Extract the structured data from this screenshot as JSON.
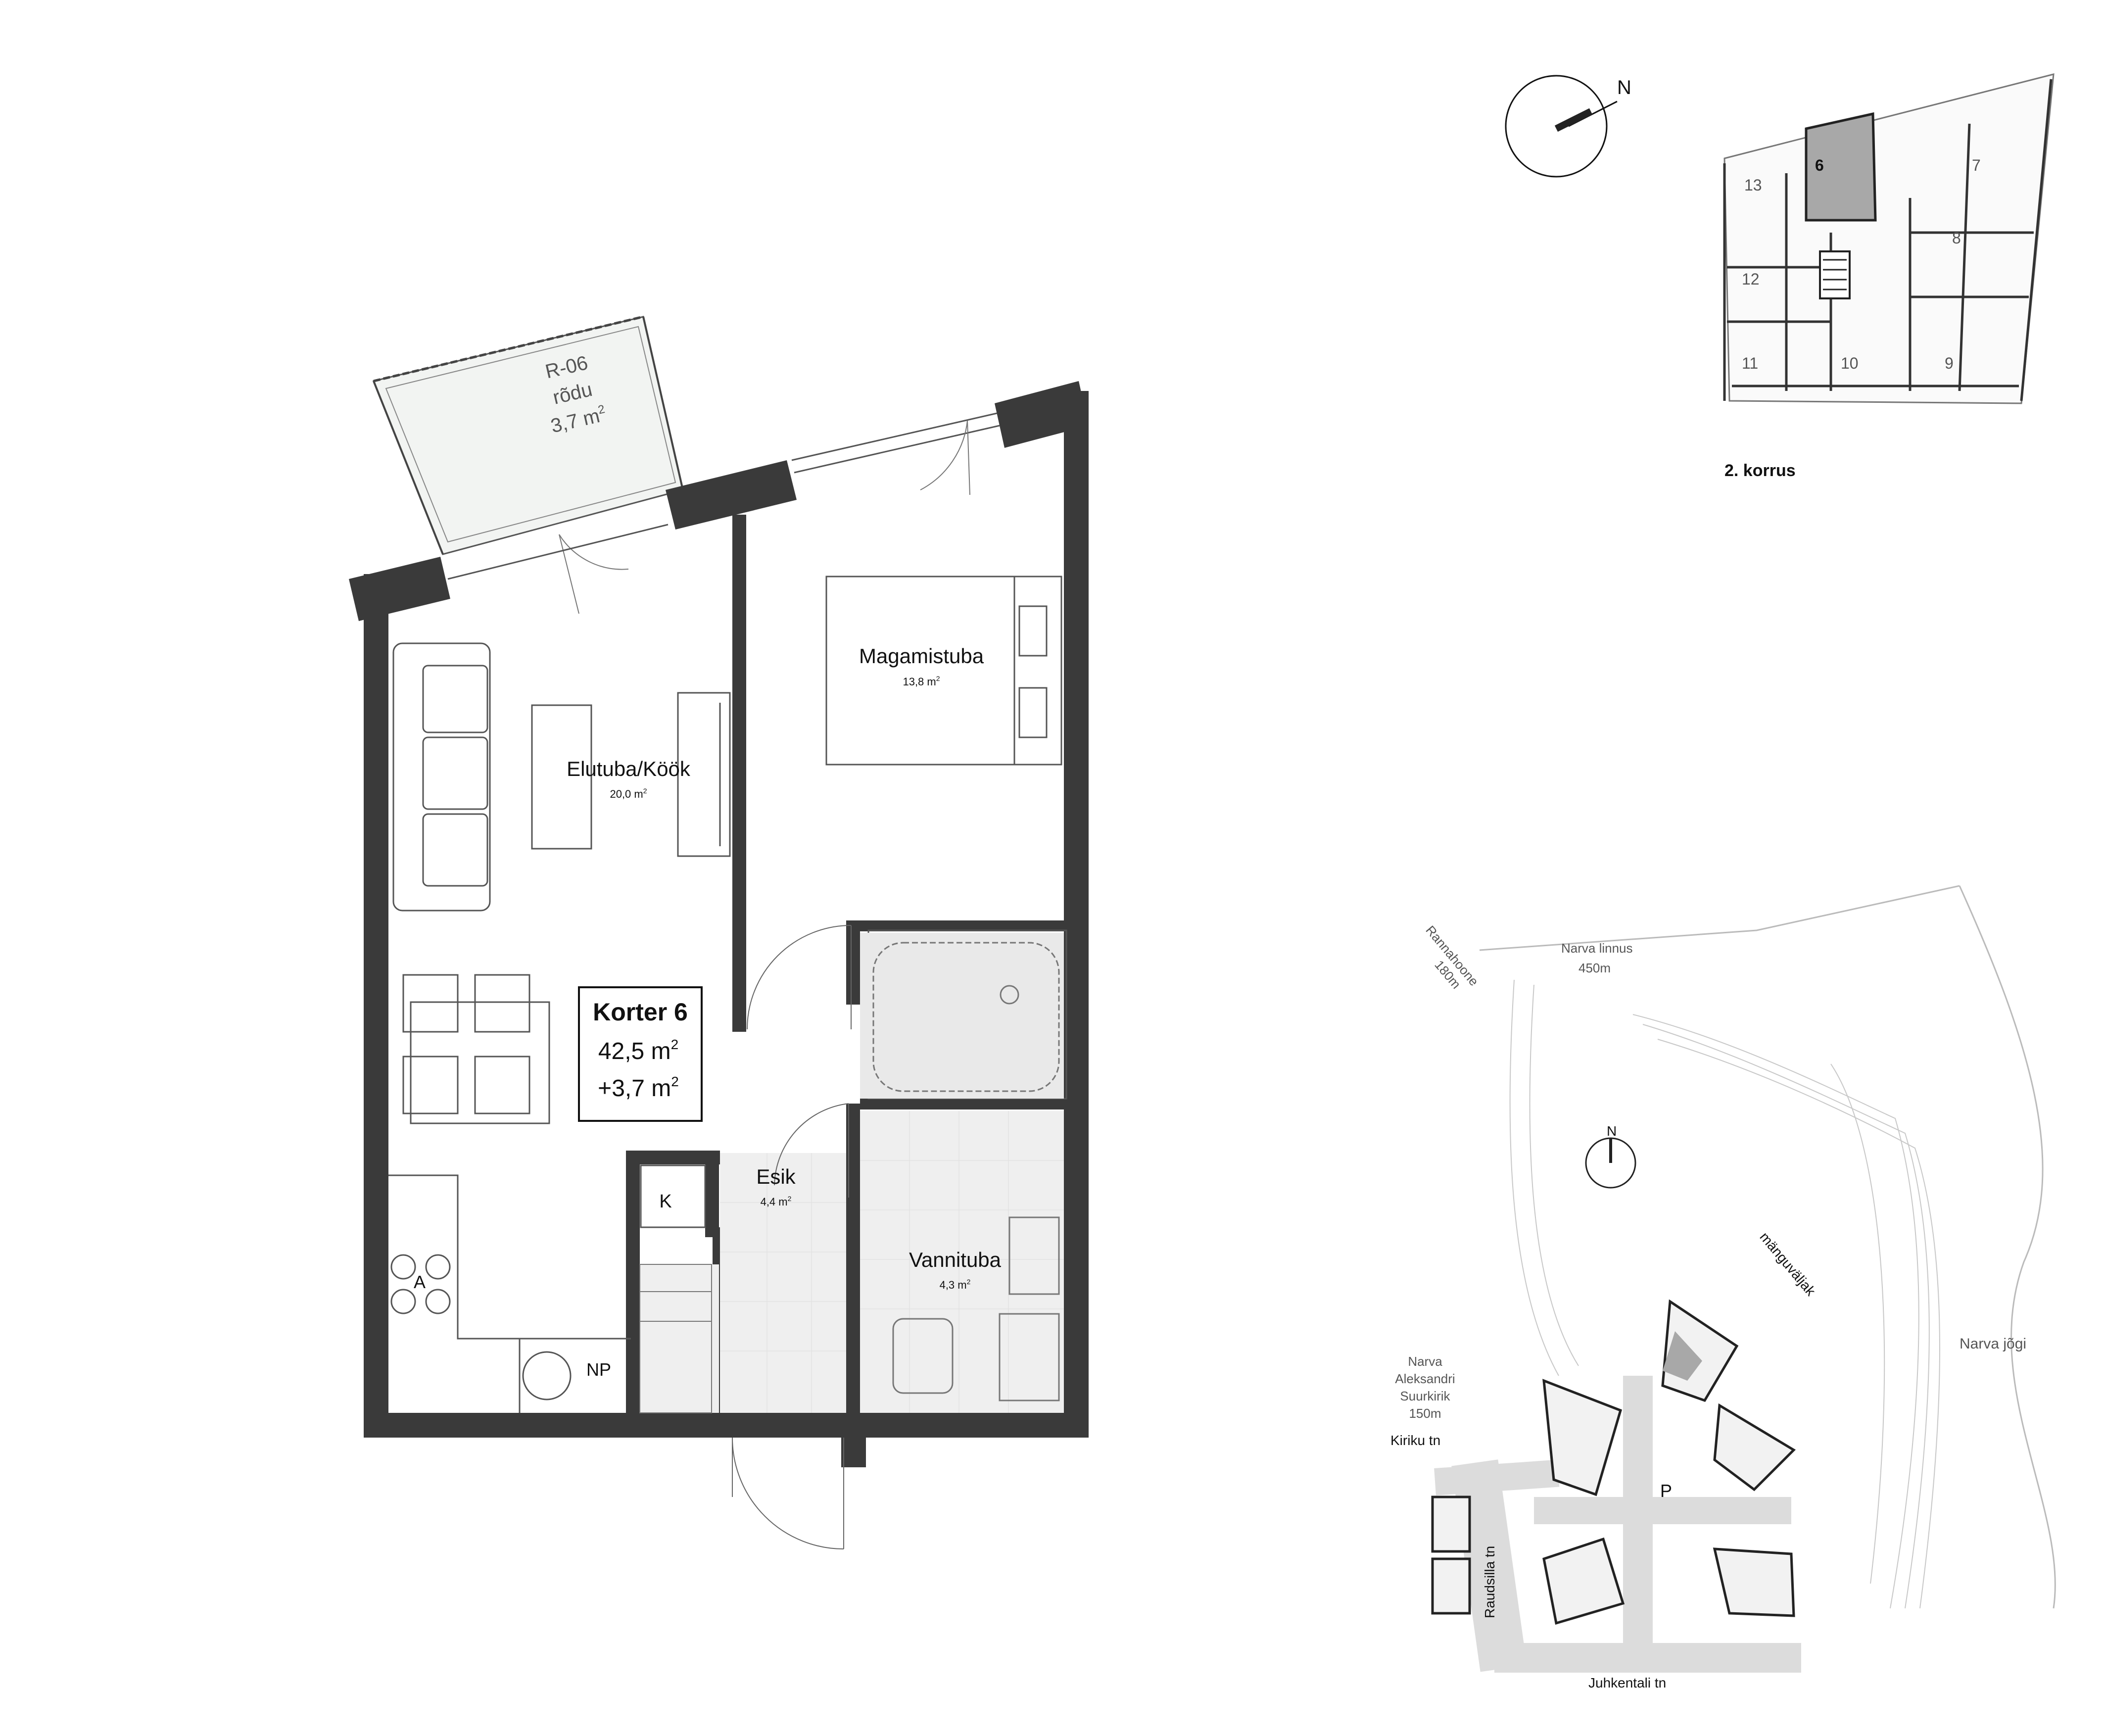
{
  "plan": {
    "balcony": {
      "code": "R-06",
      "name": "rõdu",
      "area": "3,7 m",
      "area_sup": "2"
    },
    "rooms": [
      {
        "name": "Magamistuba",
        "area": "13,8 m",
        "sup": "2"
      },
      {
        "name": "Elutuba/Köök",
        "area": "20,0 m",
        "sup": "2"
      },
      {
        "name": "Esik",
        "area": "4,4 m",
        "sup": "2"
      },
      {
        "name": "Vannituba",
        "area": "4,3 m",
        "sup": "2"
      }
    ],
    "fixtures": {
      "closet": "K",
      "stove": "A",
      "dishwasher": "NP"
    },
    "apartment": {
      "title": "Korter 6",
      "area": "42,5 m",
      "extra": "+3,7 m",
      "sup": "2"
    }
  },
  "compass_north": "N",
  "floor": {
    "label": "2. korrus",
    "units": [
      "6",
      "7",
      "8",
      "9",
      "10",
      "11",
      "12",
      "13"
    ],
    "highlight": "6"
  },
  "site": {
    "north": "N",
    "landmarks": [
      {
        "line1": "Rannahoone",
        "line2": "180m"
      },
      {
        "line1": "Narva linnus",
        "line2": "450m"
      },
      {
        "line1": "Narva",
        "line2": "Aleksandri",
        "line3": "Suurkirik",
        "line4": "150m"
      }
    ],
    "labels": {
      "playground": "mänguväljak",
      "river": "Narva jõgi",
      "parking": "P"
    },
    "streets": [
      "Kiriku tn",
      "Raudsilla tn",
      "Juhkentali tn"
    ]
  },
  "colors": {
    "wall": "#3a3a3a",
    "highlight": "#a8a8a8",
    "floor_tile": "#efefef",
    "road": "#d8d8d8"
  }
}
